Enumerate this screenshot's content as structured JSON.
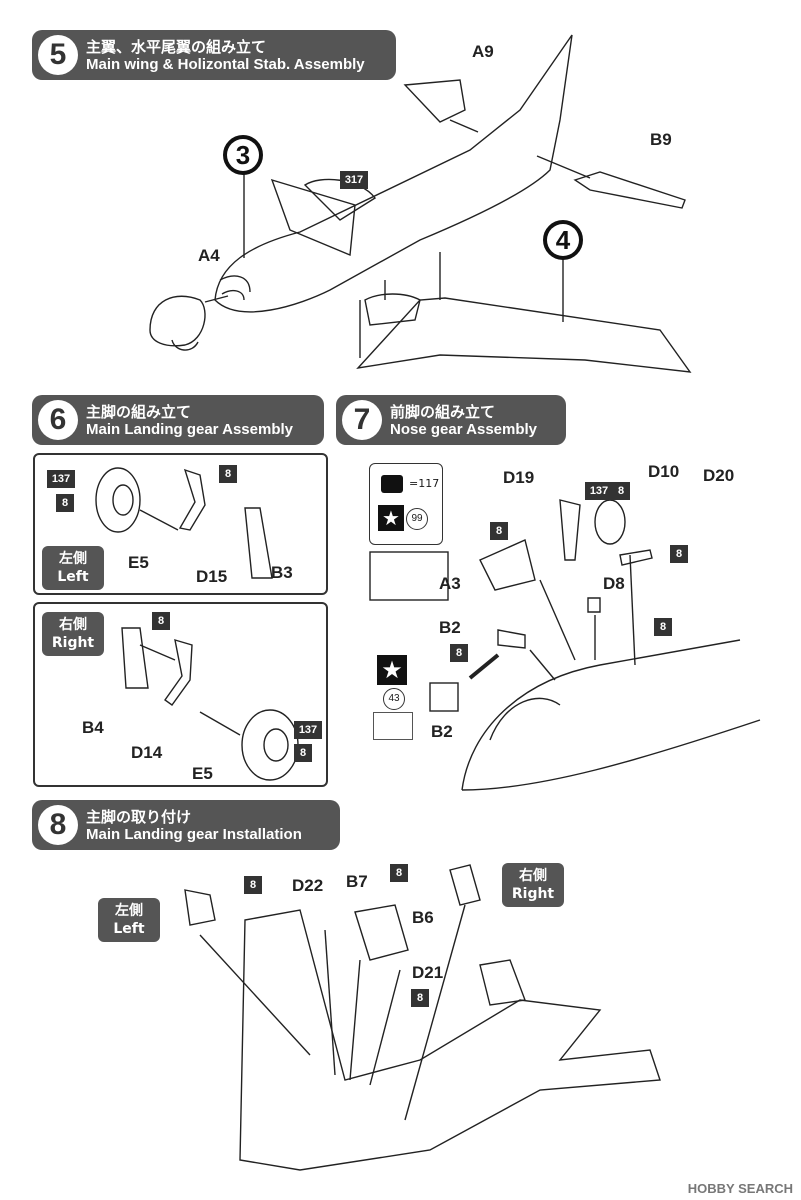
{
  "steps": {
    "s5": {
      "num": "5",
      "jp": "主翼、水平尾翼の組み立て",
      "en": "Main wing & Holizontal Stab. Assembly"
    },
    "s6": {
      "num": "6",
      "jp": "主脚の組み立て",
      "en": "Main Landing gear Assembly"
    },
    "s7": {
      "num": "7",
      "jp": "前脚の組み立て",
      "en": "Nose gear Assembly"
    },
    "s8": {
      "num": "8",
      "jp": "主脚の取り付け",
      "en": "Main Landing gear Installation"
    }
  },
  "step5": {
    "ref3": "3",
    "ref4": "4",
    "parts": {
      "a9": "A9",
      "b9": "B9",
      "a4": "A4"
    },
    "color": "317"
  },
  "step6": {
    "left": {
      "jp": "左側",
      "en": "Left",
      "c137": "137",
      "c8a": "8",
      "c8b": "8",
      "e5": "E5",
      "d15": "D15",
      "b3": "B3"
    },
    "right": {
      "jp": "右側",
      "en": "Right",
      "c8a": "8",
      "c137": "137",
      "c8b": "8",
      "b4": "B4",
      "d14": "D14",
      "e5": "E5"
    }
  },
  "step7": {
    "legend_sym": "=117",
    "legend_num": "99",
    "decal_num": "43",
    "parts": {
      "d19": "D19",
      "d10": "D10",
      "d20": "D20",
      "a3": "A3",
      "d8": "D8",
      "b2a": "B2",
      "b2b": "B2"
    },
    "colors": {
      "c137": "137",
      "c8a": "8",
      "c8b": "8",
      "c8c": "8",
      "c8d": "8",
      "c8e": "8"
    }
  },
  "step8": {
    "left": {
      "jp": "左側",
      "en": "Left"
    },
    "right": {
      "jp": "右側",
      "en": "Right"
    },
    "parts": {
      "d22": "D22",
      "b7": "B7",
      "b6": "B6",
      "d21": "D21"
    },
    "colors": {
      "c8a": "8",
      "c8b": "8",
      "c8c": "8"
    }
  },
  "watermark": "HOBBY SEARCH",
  "ink": "#222222",
  "header_bg": "#555555"
}
